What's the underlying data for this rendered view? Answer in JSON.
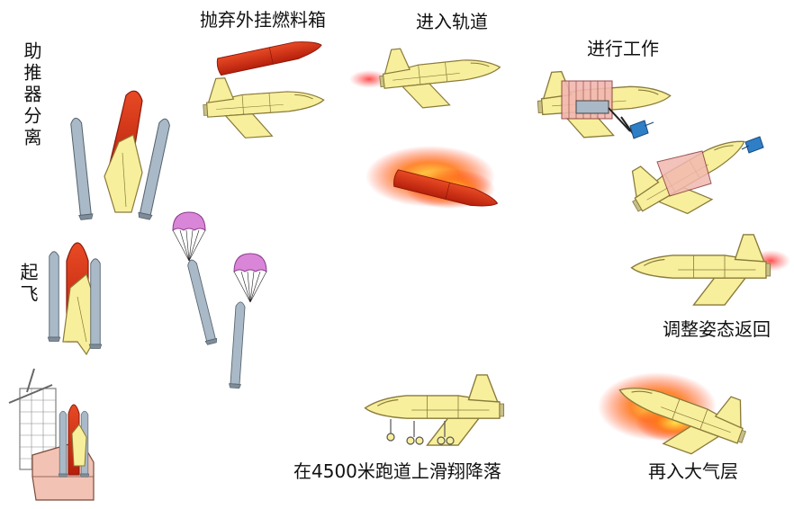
{
  "labels": {
    "liftoff": "起飞",
    "booster_separation": "助推器分离",
    "jettison_tank": "抛弃外挂燃料箱",
    "enter_orbit": "进入轨道",
    "perform_work": "进行工作",
    "adjust_attitude": "调整姿态返回",
    "reenter": "再入大气层",
    "landing": "在4500米跑道上滑翔降落"
  },
  "colors": {
    "orbiter": "#f7ef9c",
    "orbiter_stroke": "#8a7a3a",
    "tank": "#d42a12",
    "booster": "#a9b9c7",
    "parachute": "#d986d9",
    "flame": "#ff8a1c",
    "tower": "#f2c3b5"
  },
  "icons": [
    "launch-tower-icon",
    "booster-icon",
    "external-tank-icon",
    "orbiter-icon",
    "parachute-icon",
    "satellite-icon",
    "flame-icon"
  ]
}
